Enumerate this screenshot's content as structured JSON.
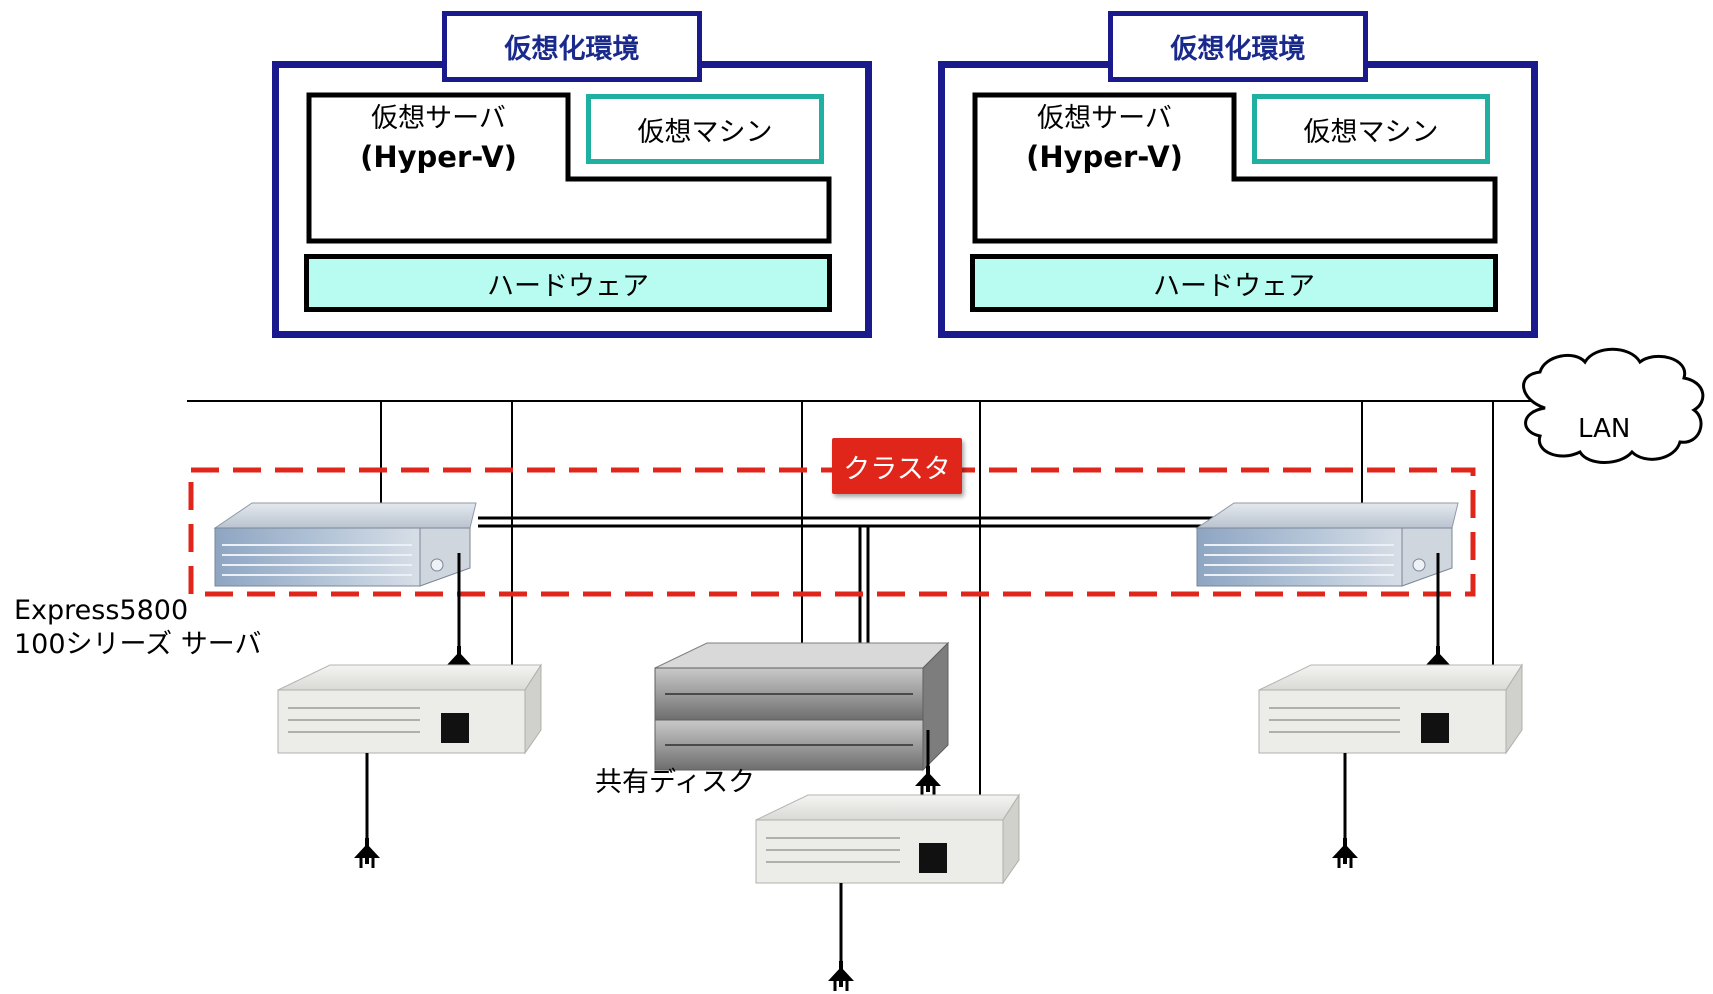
{
  "environments": [
    {
      "tab": "仮想化環境",
      "server_line1": "仮想サーバ",
      "server_line2": "(Hyper-V)",
      "vm": "仮想マシン",
      "hardware": "ハードウェア"
    },
    {
      "tab": "仮想化環境",
      "server_line1": "仮想サーバ",
      "server_line2": "(Hyper-V)",
      "vm": "仮想マシン",
      "hardware": "ハードウェア"
    }
  ],
  "network": {
    "lan": "LAN",
    "cluster": "クラスタ"
  },
  "labels": {
    "server_line1": "Express5800",
    "server_line2": "100シリーズ サーバ",
    "shared_disk": "共有ディスク"
  },
  "colors": {
    "env_border": "#1a1a8c",
    "vm_border": "#1fb0a2",
    "hardware_fill": "#b8fbf0",
    "cluster": "#e0261b"
  }
}
